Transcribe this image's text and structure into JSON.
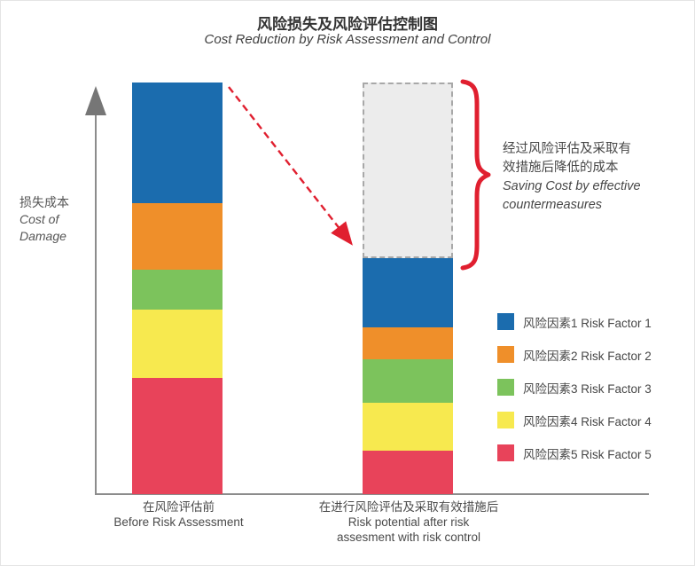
{
  "title": "风险损失及风险评估控制图",
  "subtitle": "Cost Reduction by Risk Assessment and Control",
  "y_axis_label": {
    "zh": "损失成本",
    "en": [
      "Cost of",
      "Damage"
    ]
  },
  "annotation": {
    "zh": [
      "经过风险评估及采取有",
      "效措施后降低的成本"
    ],
    "en": [
      "Saving Cost by effective",
      "countermeasures"
    ]
  },
  "x_labels": {
    "before": {
      "zh": "在风险评估前",
      "en": [
        "Before Risk Assessment"
      ]
    },
    "after": {
      "zh": "在进行风险评估及采取有效措施后",
      "en": [
        "Risk potential after risk",
        "assesment with risk control"
      ]
    }
  },
  "colors": {
    "accent_red": "#e01f2f",
    "axis": "#8c8c8c",
    "saved_fill": "#ececec",
    "saved_border": "#a8a8a8",
    "text_dark": "#333333",
    "text_body": "#555555"
  },
  "chart_data": {
    "type": "bar",
    "subtype": "stacked",
    "title": "风险损失及风险评估控制图",
    "subtitle": "Cost Reduction by Risk Assessment and Control",
    "xlabel": "",
    "ylabel": "损失成本 Cost of Damage",
    "categories": [
      "在风险评估前 Before Risk Assessment",
      "在进行风险评估及采取有效措施后 Risk potential after risk assesment with risk control"
    ],
    "units": "relative cost units (estimated from bar heights)",
    "grid": false,
    "legend_position": "right",
    "series": [
      {
        "name": "风险因素1 Risk Factor 1",
        "color": "#1b6cae",
        "values": [
          136,
          78
        ]
      },
      {
        "name": "风险因素2 Risk Factor 2",
        "color": "#ef8f2a",
        "values": [
          75,
          36
        ]
      },
      {
        "name": "风险因素3 Risk Factor 3",
        "color": "#7cc35c",
        "values": [
          45,
          49
        ]
      },
      {
        "name": "风险因素4 Risk Factor 4",
        "color": "#f7e94f",
        "values": [
          77,
          54
        ]
      },
      {
        "name": "风险因素5 Risk Factor 5",
        "color": "#e8435a",
        "values": [
          131,
          49
        ]
      }
    ],
    "totals": {
      "before": 464,
      "after": 266
    },
    "saved": {
      "value": 198,
      "label": "经过风险评估及采取有效措施后降低的成本 Saving Cost by effective countermeasures"
    }
  }
}
